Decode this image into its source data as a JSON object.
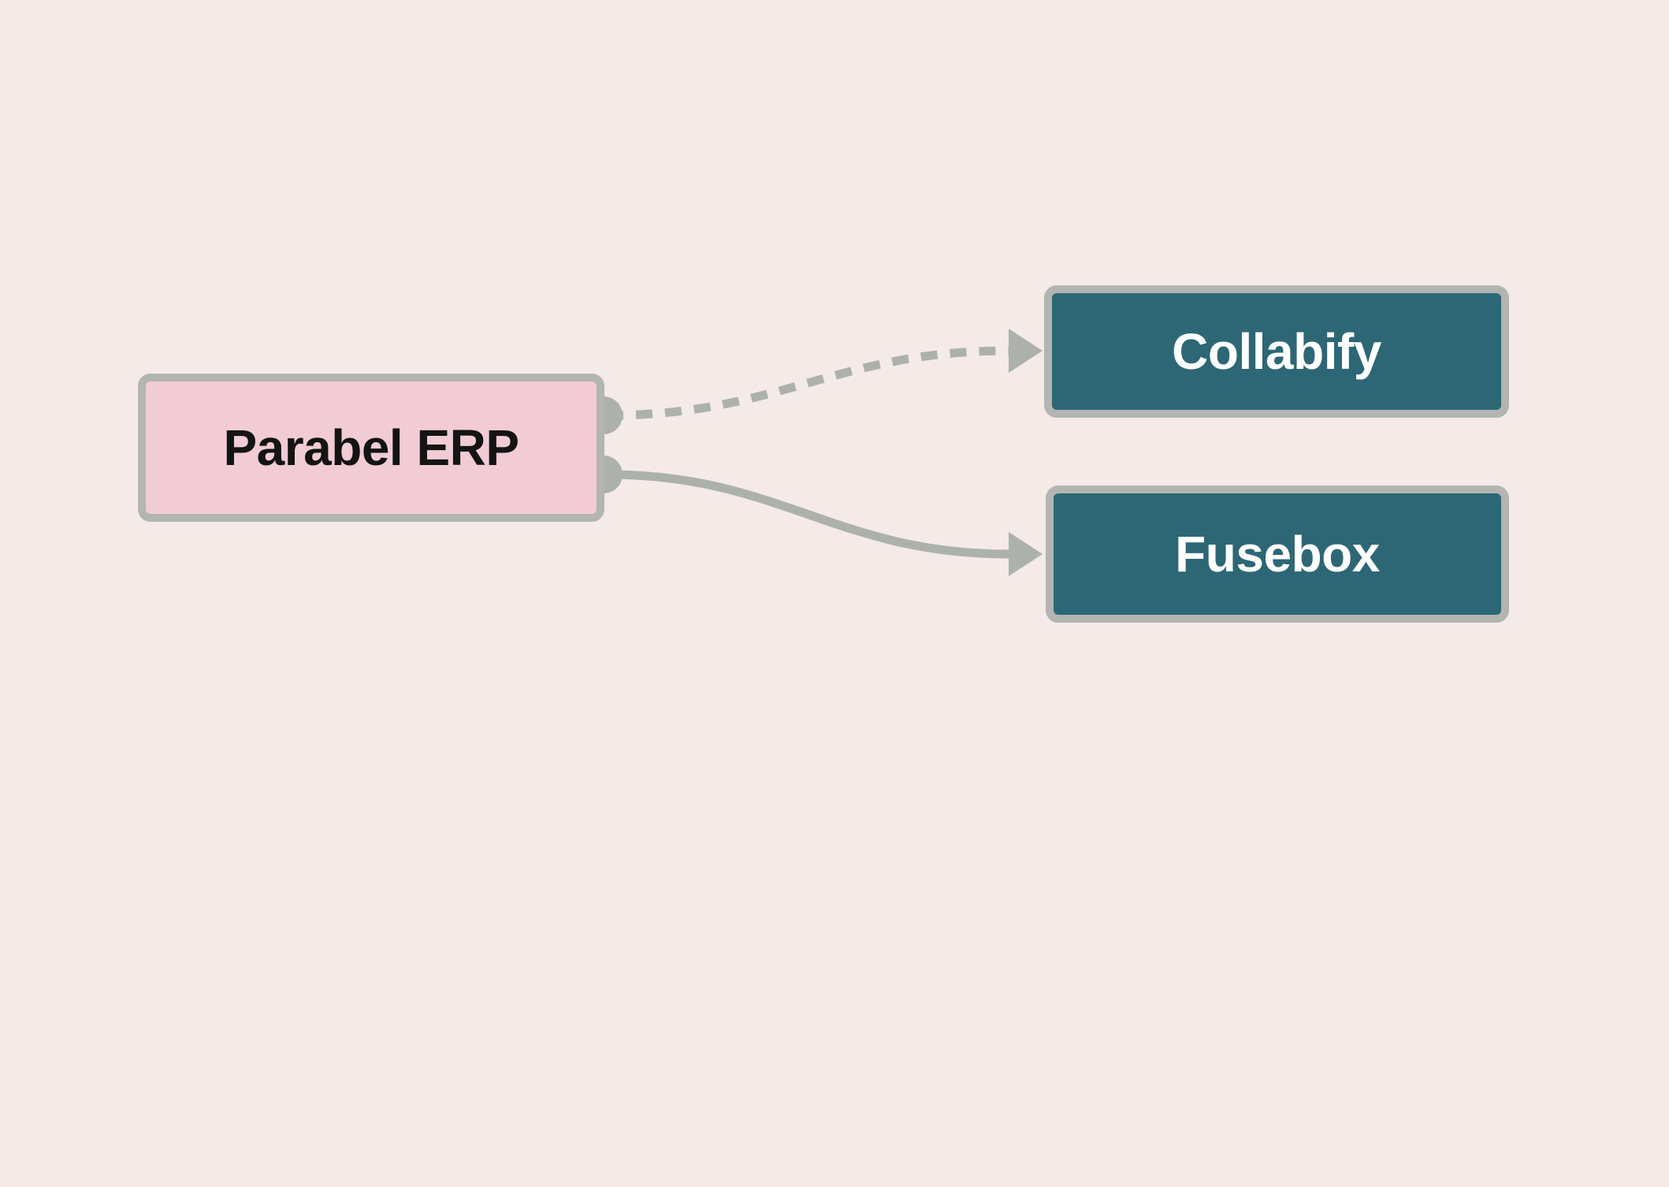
{
  "diagram": {
    "nodes": [
      {
        "id": "parabel-erp",
        "label": "Parabel ERP",
        "role": "source",
        "fill": "#F2CCD5",
        "text_color": "#141414"
      },
      {
        "id": "collabify",
        "label": "Collabify",
        "role": "target",
        "fill": "#2D6775",
        "text_color": "#FFFFFF"
      },
      {
        "id": "fusebox",
        "label": "Fusebox",
        "role": "target",
        "fill": "#2D6775",
        "text_color": "#FFFFFF"
      }
    ],
    "edges": [
      {
        "from": "Parabel ERP",
        "to": "Collabify",
        "line_style": "dashed",
        "arrowhead": "triangle"
      },
      {
        "from": "Parabel ERP",
        "to": "Fusebox",
        "line_style": "solid",
        "arrowhead": "triangle"
      }
    ]
  },
  "colors": {
    "background": "#F4EAE7",
    "node_pink": "#F2CCD5",
    "node_teal": "#2D6775",
    "border_gray": "#B2B5B2",
    "edge_gray": "#ADB1AD",
    "text_dark": "#141414",
    "text_light": "#FFFFFF"
  }
}
